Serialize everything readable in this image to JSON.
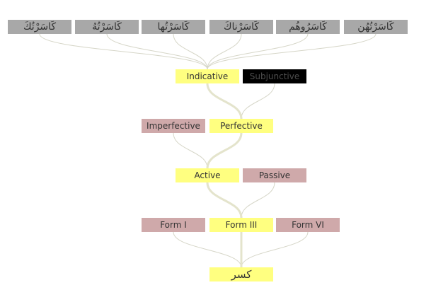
{
  "colors": {
    "selected": "#ffff80",
    "unselected": "#cfa9aa",
    "leaf": "#a8a8a8",
    "disabled": "#000000",
    "link": "#d6d6c8",
    "path": "#e4e4cc"
  },
  "tree": {
    "root": "كسر",
    "forms": [
      "Form I",
      "Form III",
      "Form VI"
    ],
    "voice": [
      "Active",
      "Passive"
    ],
    "aspect": [
      "Imperfective",
      "Perfective"
    ],
    "mood": [
      "Indicative",
      "Subjunctive"
    ],
    "leaves": [
      "كَاسَرْتُكَ",
      "كَاسَرْتُهُ",
      "كَاسَرْتُها",
      "كَاسَرْناكَ",
      "كَاسَرُوهُم",
      "كَاسَرْتُهُن"
    ]
  }
}
